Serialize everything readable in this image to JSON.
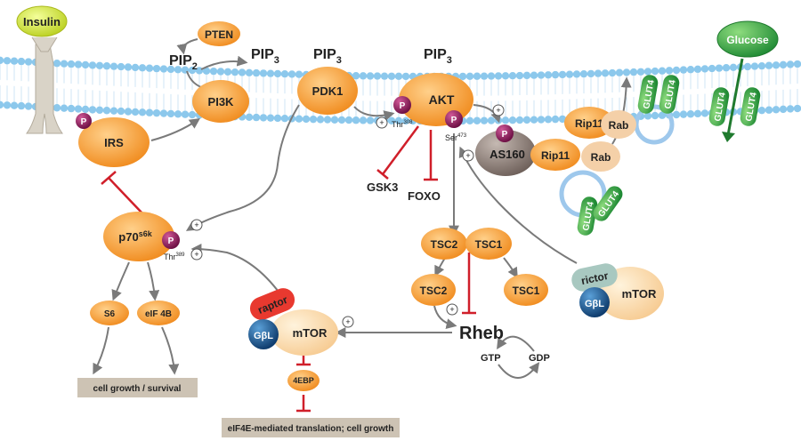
{
  "colors": {
    "orange": "#f39a2e",
    "orange_light": "#ffd08a",
    "membrane_head": "#8cc8ec",
    "arrow": "#7a7a7a",
    "inhibit": "#d01f2a",
    "phospho": "#8c1a5b",
    "green": "#3aa64a",
    "insulin": "#d8e84a",
    "raptor": "#e8392f",
    "gbl": "#1d5f99",
    "rictor": "#a8c8c0",
    "as160": "#8e7f78",
    "box": "#cdc3b4"
  },
  "ligands": {
    "insulin": "Insulin",
    "glucose": "Glucose"
  },
  "membrane": {
    "pten": "PTEN",
    "pip2_main": "PIP",
    "pip2_sub": "2",
    "pip3_main": "PIP",
    "pip3_sub": "3"
  },
  "nodes": {
    "irs": "IRS",
    "pi3k": "PI3K",
    "pdk1": "PDK1",
    "akt": "AKT",
    "gsk3": "GSK3",
    "foxo": "FOXO",
    "as160": "AS160",
    "rip11": "Rip11",
    "rab": "Rab",
    "glut4": "GLUT4",
    "tsc2": "TSC2",
    "tsc1": "TSC1",
    "rheb": "Rheb",
    "gtp": "GTP",
    "gdp": "GDP",
    "p70_main": "p70",
    "p70_sup": "s6k",
    "s6": "S6",
    "eif4b": "eIF 4B",
    "raptor": "raptor",
    "rictor": "rictor",
    "gbl": "GβL",
    "mtor": "mTOR",
    "ebp": "4EBP"
  },
  "phospho": {
    "p": "P",
    "thr308_main": "Thr",
    "thr308_sup": "308",
    "ser473_main": "Ser",
    "ser473_sup": "473",
    "thr389_main": "Thr",
    "thr389_sup": "389",
    "plus": "+"
  },
  "outputs": {
    "growth": "cell growth / survival",
    "translation": "eIF4E-mediated translation; cell growth"
  }
}
